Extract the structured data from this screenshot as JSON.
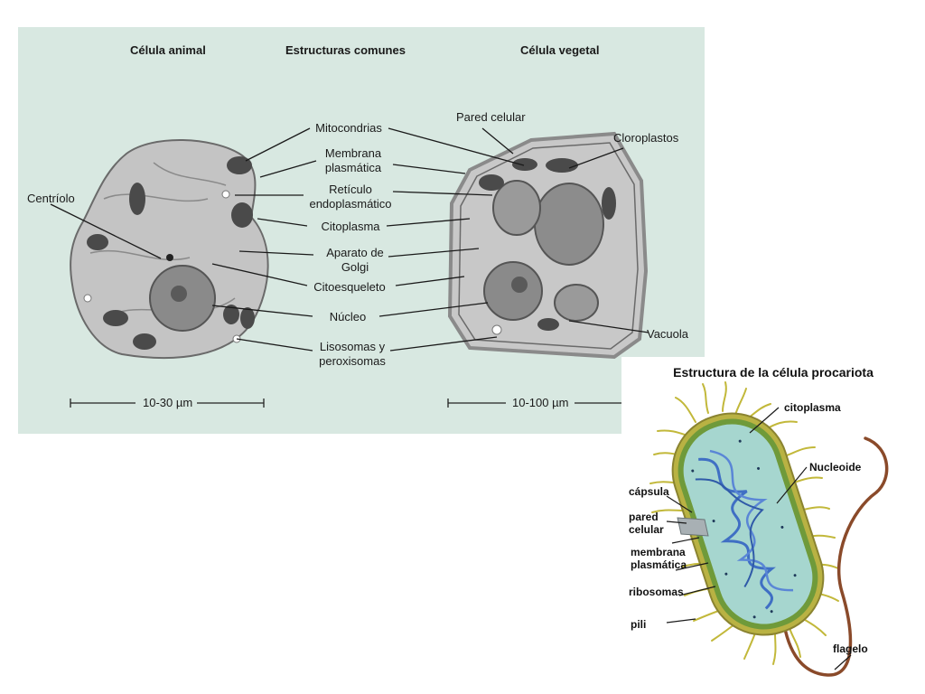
{
  "eukaryote": {
    "headers": {
      "animal": "Célula animal",
      "common": "Estructuras comunes",
      "plant": "Célula vegetal"
    },
    "labels": {
      "mitocondrias": "Mitocondrias",
      "membrana_1": "Membrana",
      "membrana_2": "plasmática",
      "reticulo_1": "Retículo",
      "reticulo_2": "endoplasmático",
      "citoplasma": "Citoplasma",
      "golgi_1": "Aparato de",
      "golgi_2": "Golgi",
      "citoesqueleto": "Citoesqueleto",
      "nucleo": "Núcleo",
      "lisosomas_1": "Lisosomas y",
      "lisosomas_2": "peroxisomas",
      "centriolo": "Centríolo",
      "pared_celular": "Pared celular",
      "cloroplastos": "Cloroplastos",
      "vacuola": "Vacuola"
    },
    "scales": {
      "animal": "10-30 µm",
      "plant": "10-100 µm"
    }
  },
  "prokaryote": {
    "title": "Estructura de la célula procariota",
    "labels": {
      "citoplasma": "citoplasma",
      "nucleoide": "Nucleoide",
      "capsula": "cápsula",
      "pared_1": "pared",
      "pared_2": "celular",
      "membrana_1": "membrana",
      "membrana_2": "plasmática",
      "ribosomas": "ribosomas",
      "pili": "pili",
      "flagelo": "flagelo"
    }
  },
  "colors": {
    "panel_bg": "#d8e8e1",
    "cell_gray": "#bdbdbd",
    "organelle_dark": "#4a4a4a",
    "bacterium_wall": "#c9c23a",
    "bacterium_cytoplasm": "#9fd4cc",
    "dna_blue": "#3f6fc4",
    "flagellum_brown": "#8a4a2a"
  }
}
